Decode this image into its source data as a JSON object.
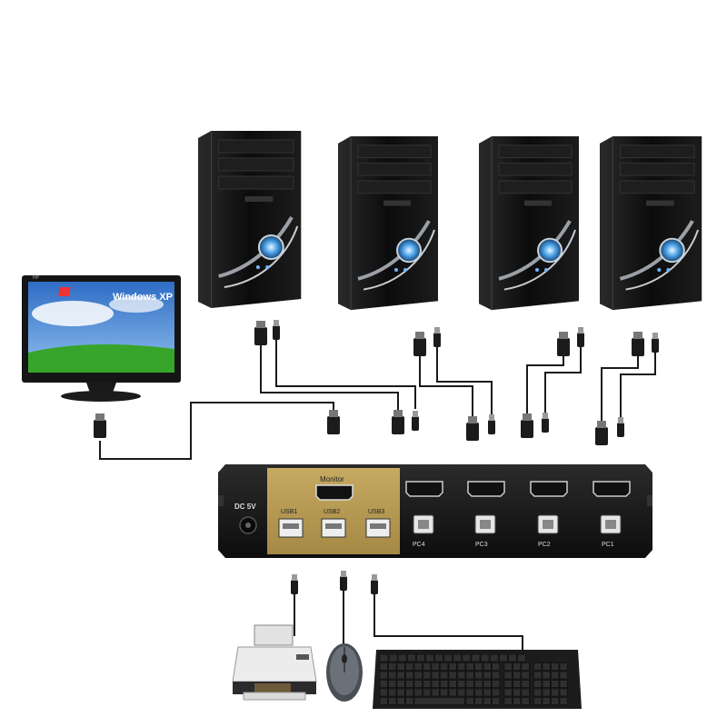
{
  "monitor": {
    "screen_text": "Windows XP",
    "brand_text": "HP"
  },
  "kvm": {
    "power_label": "DC 5V",
    "monitor_port_label": "Monitor",
    "usb_labels": [
      "USB1",
      "USB2",
      "USB3"
    ],
    "pc_labels": [
      "PC4",
      "PC3",
      "PC2",
      "PC1"
    ]
  },
  "colors": {
    "panel_gold": "#b89c55",
    "case_black": "#141414",
    "cable": "#1a1a1a",
    "sky": "#3d7fd0",
    "grass": "#37a52b"
  },
  "icons": {
    "computers": [
      "computer-tower-icon",
      "computer-tower-icon",
      "computer-tower-icon",
      "computer-tower-icon"
    ],
    "peripherals": [
      "printer-icon",
      "mouse-icon",
      "keyboard-icon"
    ]
  }
}
